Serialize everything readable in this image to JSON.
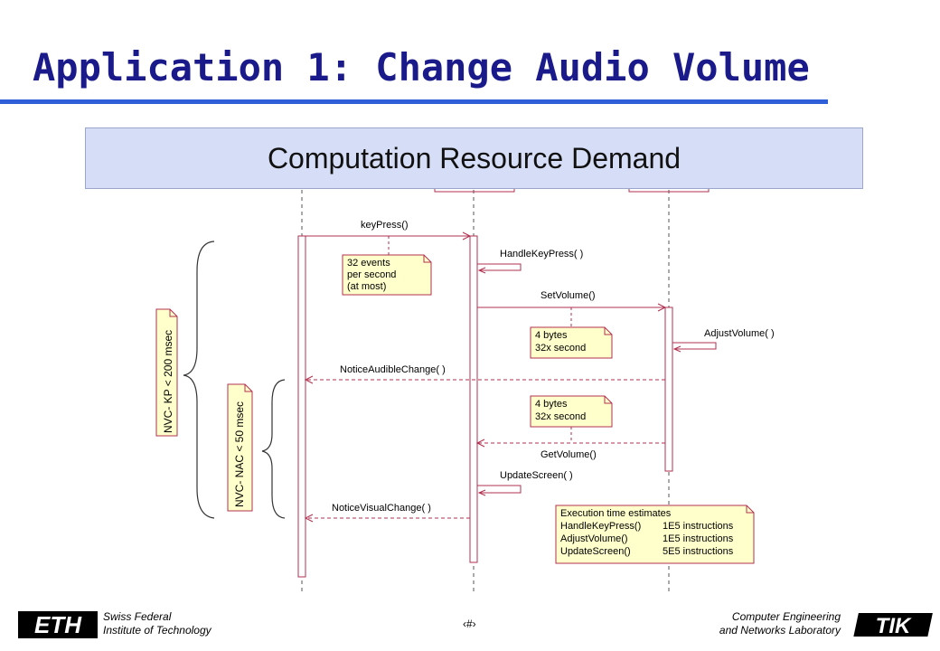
{
  "slide": {
    "title": "Application 1: Change Audio Volume",
    "banner": "Computation Resource Demand"
  },
  "messages": {
    "keypress": "keyPress()",
    "handlekeypress": "HandleKeyPress( )",
    "setvolume": "SetVolume()",
    "adjustvolume": "AdjustVolume( )",
    "noticeaudible": "NoticeAudibleChange( )",
    "getvolume": "GetVolume()",
    "updatescreen": "UpdateScreen( )",
    "noticevisual": "NoticeVisualChange( )"
  },
  "notes": {
    "events": [
      "32 events",
      "per second",
      "(at most)"
    ],
    "bytes1": [
      "4 bytes",
      "32x second"
    ],
    "bytes2": [
      "4 bytes",
      "32x second"
    ],
    "exec": {
      "title": "Execution time estimates",
      "rows": [
        {
          "func": "HandleKeyPress()",
          "cost": "1E5 instructions"
        },
        {
          "func": "AdjustVolume()",
          "cost": "1E5 instructions"
        },
        {
          "func": "UpdateScreen()",
          "cost": "5E5 instructions"
        }
      ]
    }
  },
  "constraints": {
    "kp": "NVC- KP < 200 msec",
    "nac": "NVC- NAC < 50 msec"
  },
  "footer": {
    "left_line1": "Swiss Federal",
    "left_line2": "Institute of Technology",
    "page_number": "‹#›",
    "right_line1": "Computer Engineering",
    "right_line2": "and Networks Laboratory",
    "logo_left": "ETH",
    "logo_right": "TIK"
  },
  "colors": {
    "title": "#1a1a8a",
    "rule": "#2f5fd8",
    "banner_bg": "#d6def7",
    "sequence": "#b03050",
    "note_bg": "#ffffcc"
  }
}
